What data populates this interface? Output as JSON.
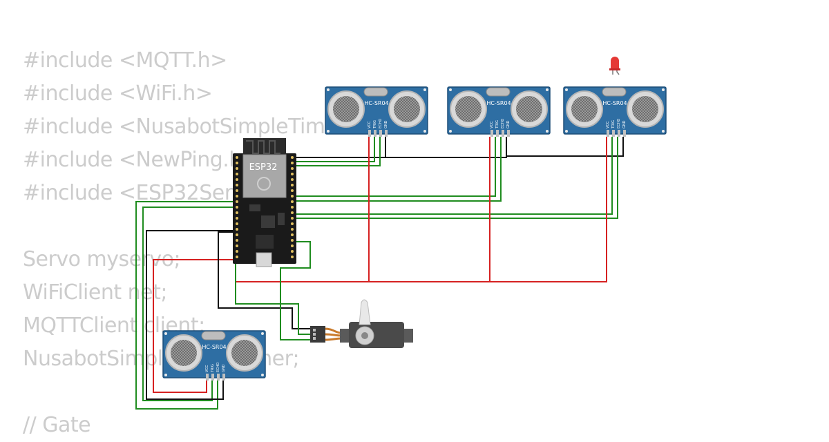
{
  "code_lines": [
    "#include <MQTT.h>",
    "#include <WiFi.h>",
    "#include <NusabotSimpleTimer.h>",
    "#include <NewPing.h>",
    "#include <ESP32Servo.h>",
    "",
    "Servo myservo;",
    "WiFiClient net;",
    "MQTTClient client;",
    "NusabotSimpleTimer timer;",
    "",
    "// Gate"
  ],
  "esp32": {
    "label": "ESP32"
  },
  "sensors": [
    {
      "label": "HC-SR04",
      "pins": [
        "VCC",
        "TRIG",
        "ECHO",
        "GND"
      ]
    },
    {
      "label": "HC-SR04",
      "pins": [
        "VCC",
        "TRIG",
        "ECHO",
        "GND"
      ]
    },
    {
      "label": "HC-SR04",
      "pins": [
        "VCC",
        "TRIG",
        "ECHO",
        "GND"
      ]
    },
    {
      "label": "HC-SR04",
      "pins": [
        "VCC",
        "TRIG",
        "ECHO",
        "GND"
      ]
    }
  ],
  "colors": {
    "wire_power": "#d62121",
    "wire_ground": "#111111",
    "wire_signal": "#1f8c1f",
    "sensor_body": "#2e6ea3",
    "board": "#1a1a1a",
    "led": "#e53935",
    "servo": "#4a4a4a"
  }
}
